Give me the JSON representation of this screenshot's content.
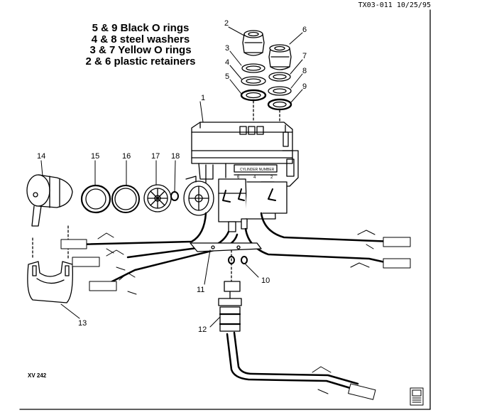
{
  "header": {
    "reference": "TX03-011 10/25/95"
  },
  "legend": [
    "5 & 9 Black O rings",
    "4 & 8 steel washers",
    "3 & 7 Yellow O rings",
    "2 & 6 plastic retainers"
  ],
  "figure_id": "XV 242",
  "cap_label": "CYLINDER NUMBER",
  "cylinder_numbers": [
    "6",
    "4",
    "2"
  ],
  "callouts": {
    "c1": "1",
    "c2": "2",
    "c3": "3",
    "c4": "4",
    "c5": "5",
    "c6": "6",
    "c7": "7",
    "c8": "8",
    "c9": "9",
    "c10": "10",
    "c11": "11",
    "c12": "12",
    "c13": "13",
    "c14": "14",
    "c15": "15",
    "c16": "16",
    "c17": "17",
    "c18": "18"
  }
}
